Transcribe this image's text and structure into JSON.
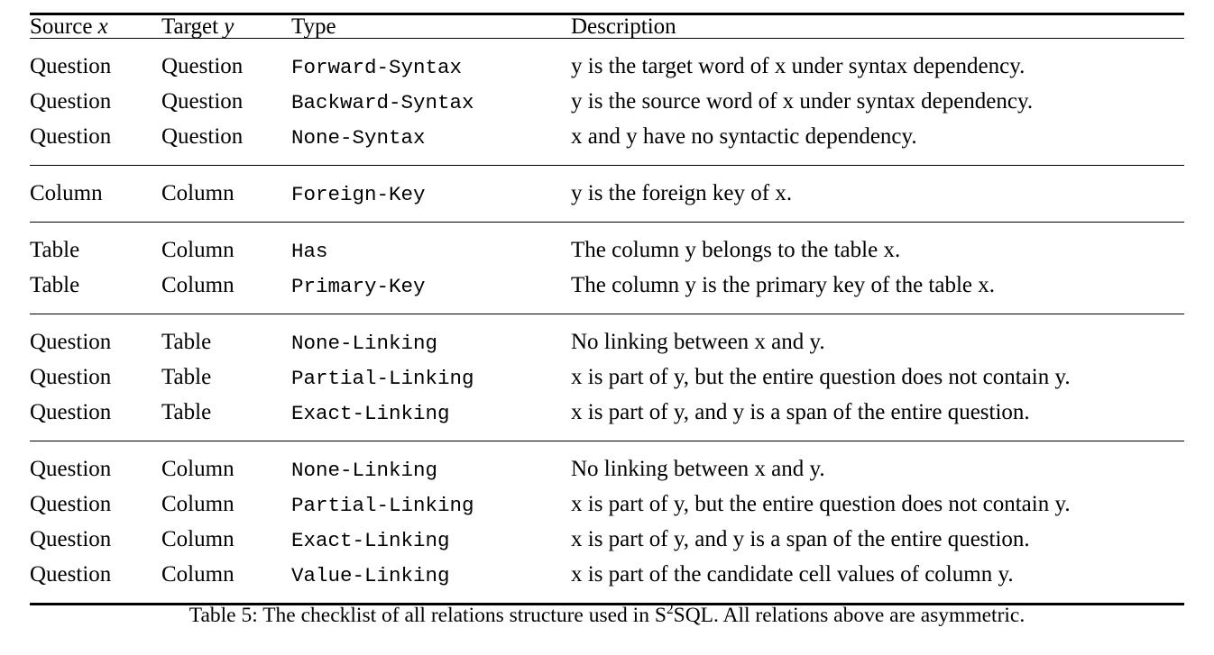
{
  "table": {
    "columns": [
      {
        "key": "source",
        "label": "Source",
        "math": "x"
      },
      {
        "key": "target",
        "label": "Target",
        "math": "y"
      },
      {
        "key": "type",
        "label": "Type",
        "math": ""
      },
      {
        "key": "description",
        "label": "Description",
        "math": ""
      }
    ],
    "groups": [
      {
        "rows": [
          {
            "source": "Question",
            "target": "Question",
            "type": "Forward-Syntax",
            "description": "y is the target word of x under syntax dependency."
          },
          {
            "source": "Question",
            "target": "Question",
            "type": "Backward-Syntax",
            "description": "y is the source word of x under syntax dependency."
          },
          {
            "source": "Question",
            "target": "Question",
            "type": "None-Syntax",
            "description": "x and y have no syntactic dependency."
          }
        ]
      },
      {
        "rows": [
          {
            "source": "Column",
            "target": "Column",
            "type": "Foreign-Key",
            "description": "y is the foreign key of x."
          }
        ]
      },
      {
        "rows": [
          {
            "source": "Table",
            "target": "Column",
            "type": "Has",
            "description": "The column y belongs to the table x."
          },
          {
            "source": "Table",
            "target": "Column",
            "type": "Primary-Key",
            "description": "The column y is the primary key of the table x."
          }
        ]
      },
      {
        "rows": [
          {
            "source": "Question",
            "target": "Table",
            "type": "None-Linking",
            "description": "No linking between x and y."
          },
          {
            "source": "Question",
            "target": "Table",
            "type": "Partial-Linking",
            "description": "x is part of y, but the entire question does not contain y."
          },
          {
            "source": "Question",
            "target": "Table",
            "type": "Exact-Linking",
            "description": "x is part of y, and y is a span of the entire question."
          }
        ]
      },
      {
        "rows": [
          {
            "source": "Question",
            "target": "Column",
            "type": "None-Linking",
            "description": "No linking between x and y."
          },
          {
            "source": "Question",
            "target": "Column",
            "type": "Partial-Linking",
            "description": "x is part of y, but the entire question does not contain y."
          },
          {
            "source": "Question",
            "target": "Column",
            "type": "Exact-Linking",
            "description": "x is part of y, and y is a span of the entire question."
          },
          {
            "source": "Question",
            "target": "Column",
            "type": "Value-Linking",
            "description": "x is part of the candidate cell values of column y."
          }
        ]
      }
    ]
  },
  "caption": {
    "prefix": "Table 5:",
    "text_before": "The checklist of all relations structure used in S",
    "superscript": "2",
    "text_after": "SQL. All relations above are asymmetric.",
    "full": "Table 5: The checklist of all relations structure used in S2SQL. All relations above are asymmetric."
  }
}
